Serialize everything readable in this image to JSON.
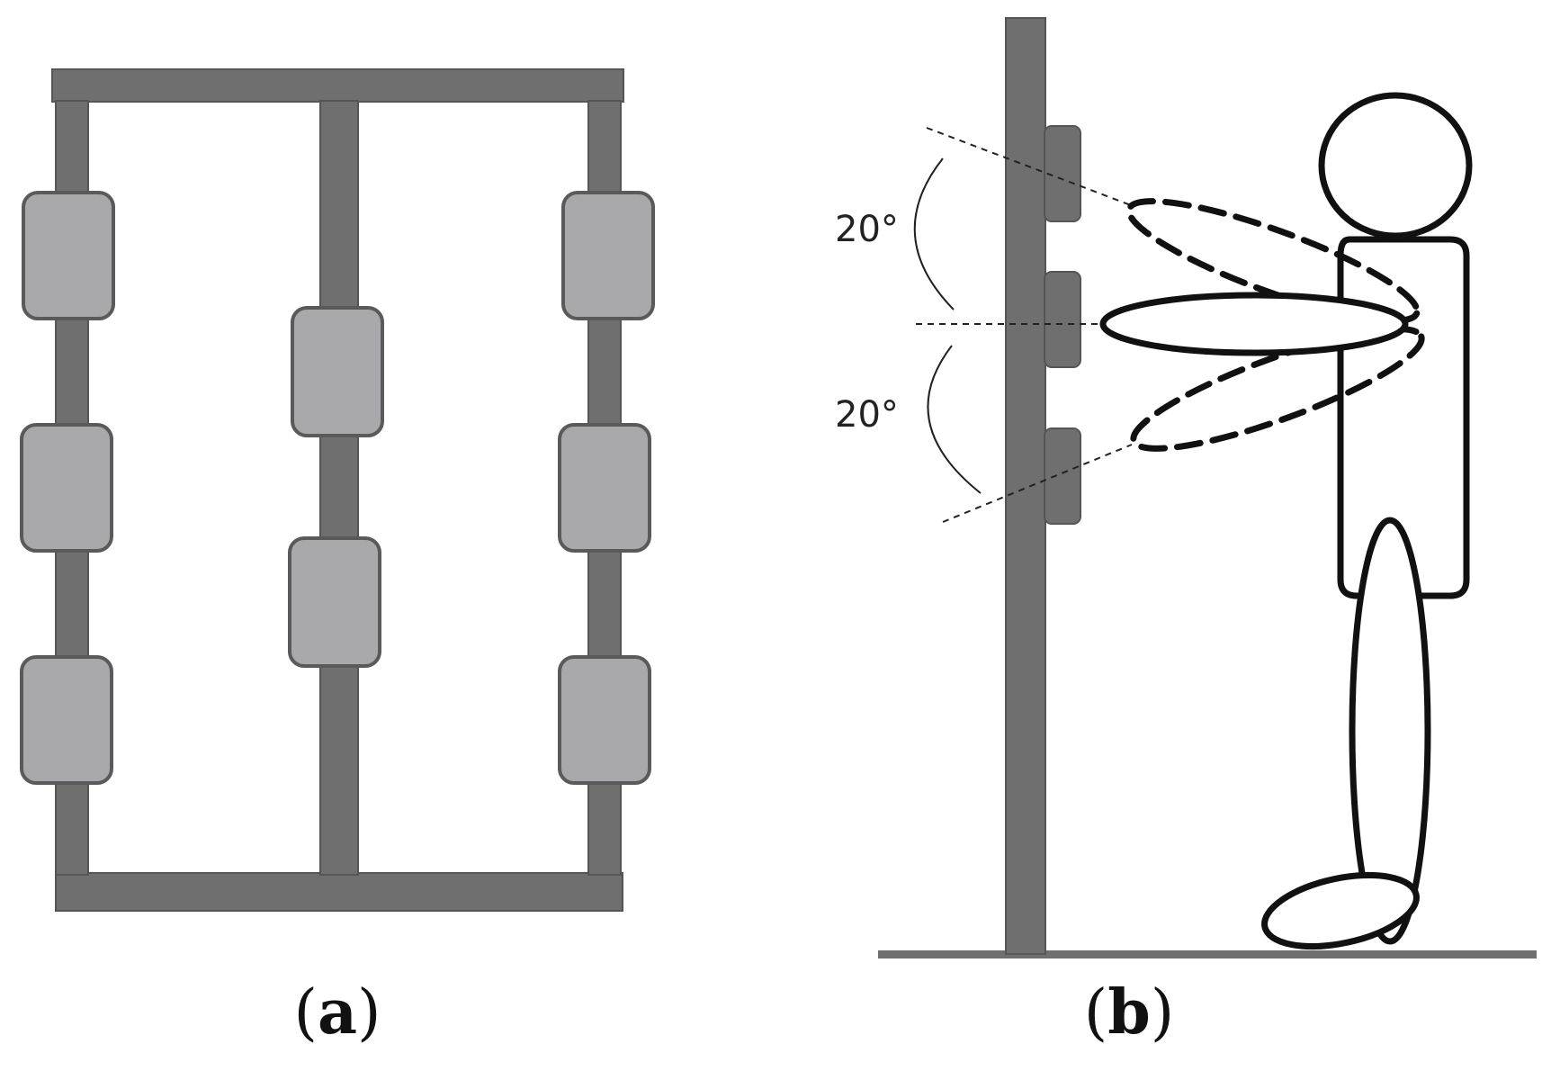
{
  "panels": {
    "a": {
      "label": "a",
      "frame_color": "#6f6f6f",
      "pad_color": "#a9a8aa",
      "pad_border_color": "#5a5a5a"
    },
    "b": {
      "label": "b",
      "upper_angle": "20°",
      "lower_angle": "20°",
      "stroke_color": "#111111"
    }
  }
}
